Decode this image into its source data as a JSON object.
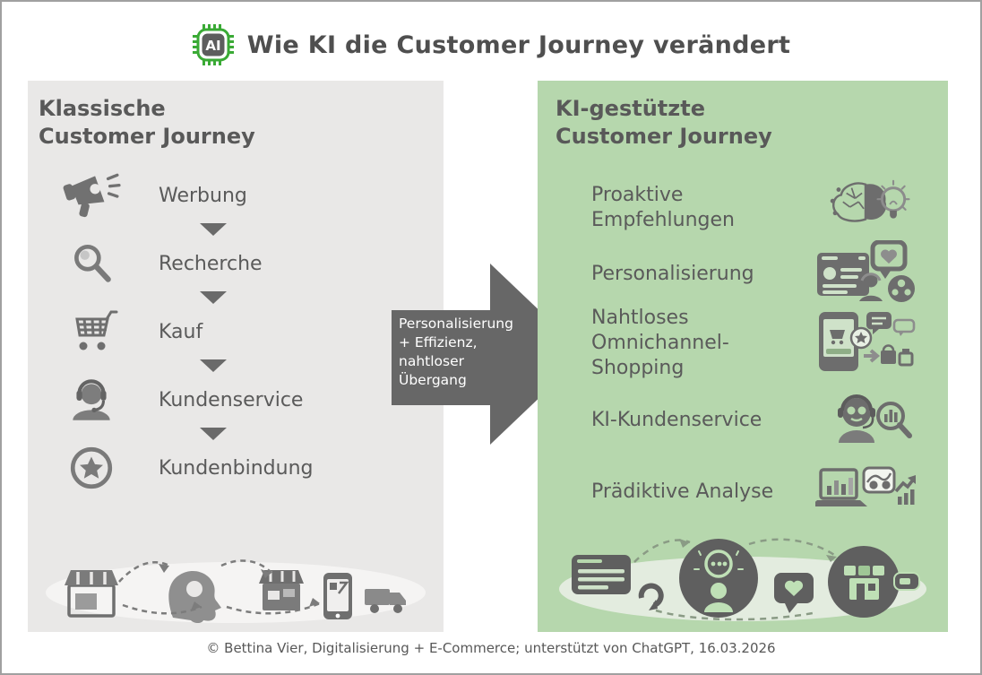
{
  "header": {
    "chip_label": "AI",
    "title": "Wie KI die Customer Journey verändert"
  },
  "classic_panel": {
    "title": "Klassische\nCustomer Journey",
    "steps": [
      {
        "label": "Werbung",
        "icon": "megaphone-icon"
      },
      {
        "label": "Recherche",
        "icon": "search-icon"
      },
      {
        "label": "Kauf",
        "icon": "shopping-cart-icon"
      },
      {
        "label": "Kundenservice",
        "icon": "headset-agent-icon"
      },
      {
        "label": "Kundenbindung",
        "icon": "star-badge-icon"
      }
    ],
    "illustration": "classic-journey-illustration"
  },
  "transition_arrow": {
    "label": "Personalisierung\n+ Effizienz,\nnahtloser\nÜbergang"
  },
  "ai_panel": {
    "title": "KI-gestützte\nCustomer Journey",
    "items": [
      {
        "label": "Proaktive\nEmpfehlungen",
        "icon": "brain-lightbulb-icon"
      },
      {
        "label": "Personalisierung",
        "icon": "personalization-icon"
      },
      {
        "label": "Nahtloses\nOmnichannel-\nShopping",
        "icon": "omnichannel-icon"
      },
      {
        "label": "KI-Kundenservice",
        "icon": "robot-service-icon"
      },
      {
        "label": "Prädiktive Analyse",
        "icon": "analytics-icon"
      }
    ],
    "illustration": "ai-journey-illustration"
  },
  "footer": {
    "credit": "© Bettina Vier, Digitalisierung + E-Commerce; unterstützt von ChatGPT, 16.03.2026"
  },
  "colors": {
    "classic_panel_bg": "#e9e8e7",
    "ai_panel_bg": "#b6d7ad",
    "arrow_gray": "#676767",
    "text_gray": "#595959",
    "chip_green": "#3aaa35"
  }
}
